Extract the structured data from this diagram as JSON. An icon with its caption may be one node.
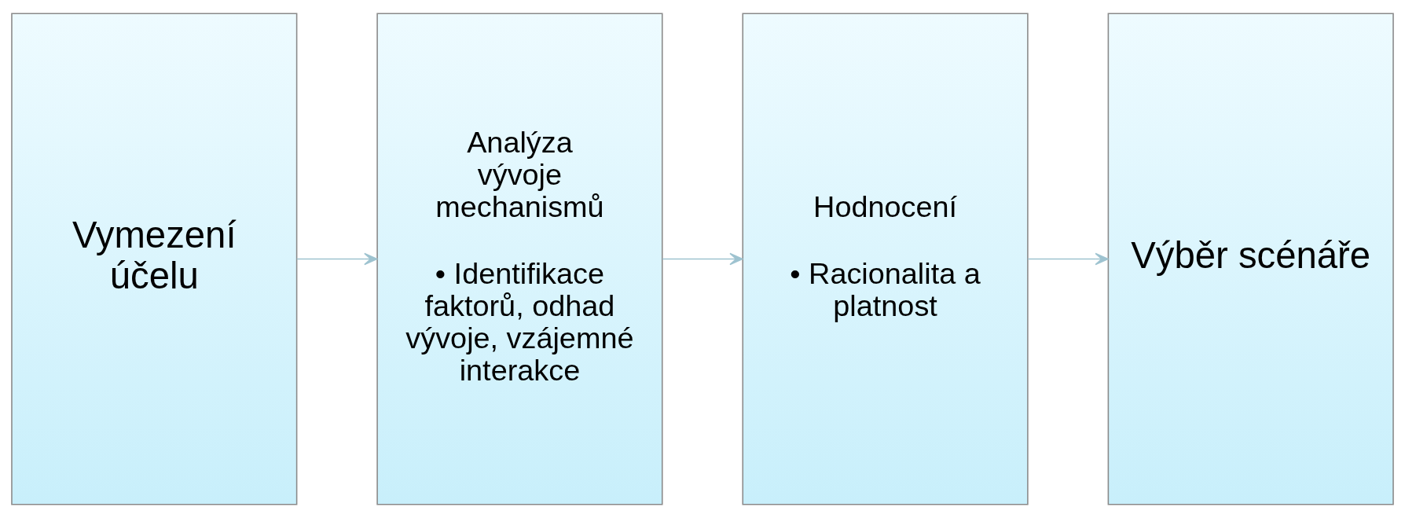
{
  "diagram": {
    "nodes": [
      {
        "text": [
          "Vymezení účelu"
        ]
      },
      {
        "text": [
          "Analýza vývoje mechanismů",
          "• Identifikace faktorů, odhad vývoje, vzájemné interakce"
        ]
      },
      {
        "text": [
          "Hodnocení",
          "• Racionalita a platnost"
        ]
      },
      {
        "text": [
          "Výběr scénáře"
        ]
      }
    ],
    "edges": [
      {
        "from": 0,
        "to": 1,
        "arrow": "to"
      },
      {
        "from": 1,
        "to": 2,
        "arrow": "to"
      },
      {
        "from": 2,
        "to": 3,
        "arrow": "to"
      }
    ]
  }
}
